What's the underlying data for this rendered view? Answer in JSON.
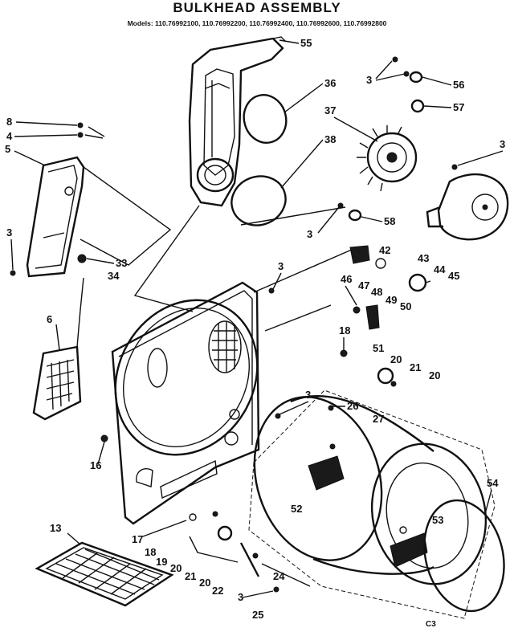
{
  "header": {
    "title": "BULKHEAD ASSEMBLY",
    "models": "Models: 110.76992100, 110.76992200, 110.76992400, 110.76992600, 110.76992800"
  },
  "callouts": {
    "c3a": "3",
    "c3b": "3",
    "c3c": "3",
    "c3d": "3",
    "c3e": "3",
    "c3f": "3",
    "c3g": "3",
    "c4": "4",
    "c5": "5",
    "c6": "6",
    "c8": "8",
    "c13": "13",
    "c16": "16",
    "c17": "17",
    "c18a": "18",
    "c18b": "18",
    "c19": "19",
    "c20a": "20",
    "c20b": "20",
    "c20c": "20",
    "c20d": "20",
    "c21a": "21",
    "c21b": "21",
    "c22": "22",
    "c24": "24",
    "c25": "25",
    "c26": "26",
    "c27": "27",
    "c33": "33",
    "c34": "34",
    "c36": "36",
    "c37": "37",
    "c38": "38",
    "c42": "42",
    "c43": "43",
    "c44": "44",
    "c45": "45",
    "c46": "46",
    "c47": "47",
    "c48": "48",
    "c49": "49",
    "c50": "50",
    "c51": "51",
    "c52": "52",
    "c53": "53",
    "c54": "54",
    "c55": "55",
    "c56": "56",
    "c57": "57",
    "c58": "58",
    "code": "C3"
  }
}
